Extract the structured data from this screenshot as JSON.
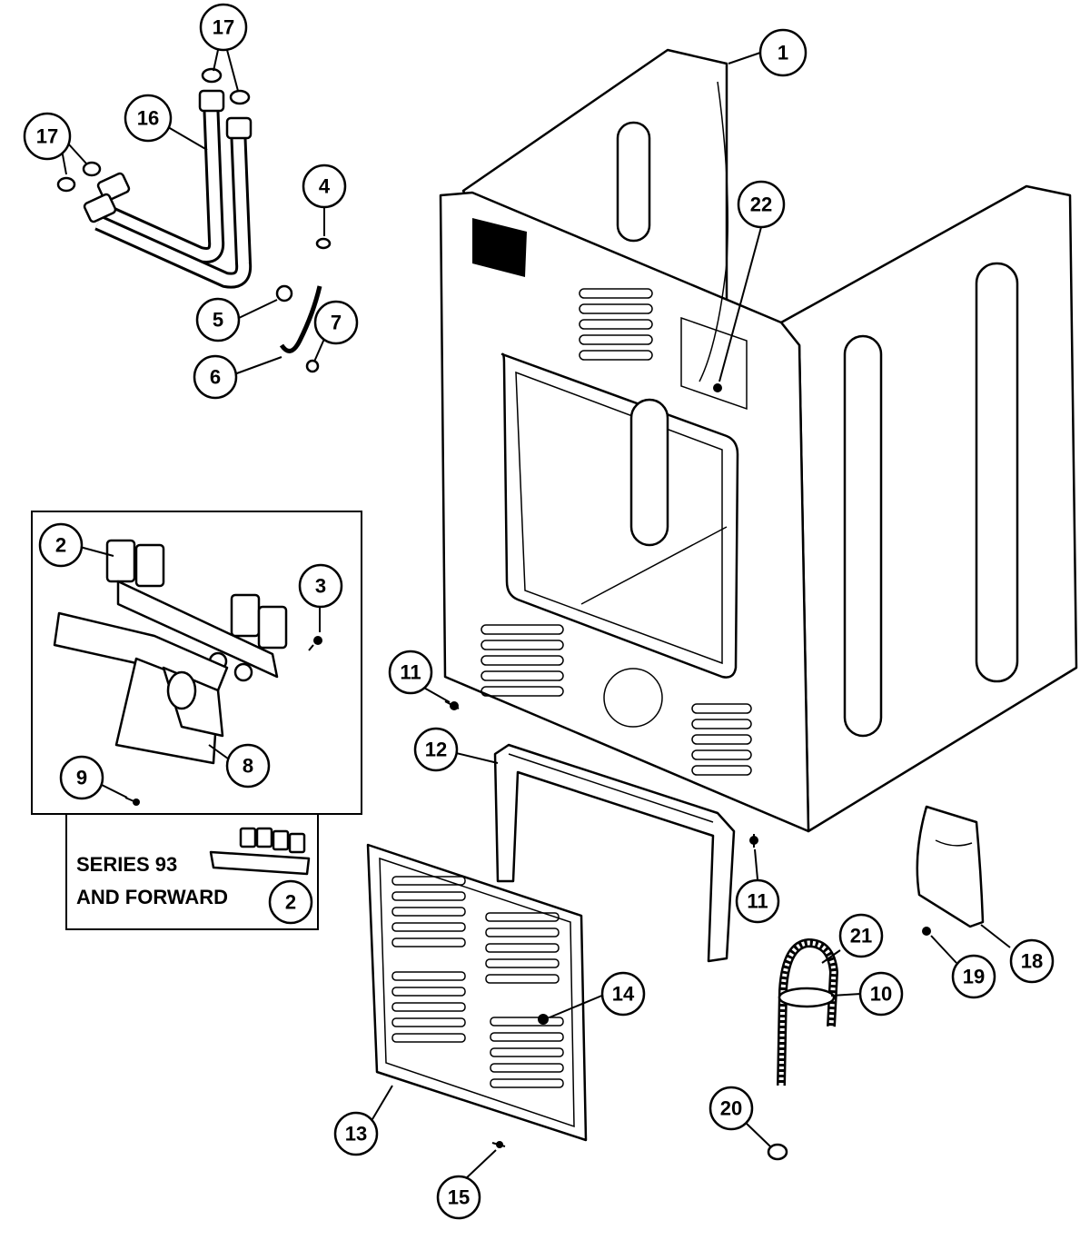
{
  "callouts": {
    "c1": "1",
    "c2a": "2",
    "c2b": "2",
    "c3": "3",
    "c4": "4",
    "c5": "5",
    "c6": "6",
    "c7": "7",
    "c8": "8",
    "c9": "9",
    "c10": "10",
    "c11a": "11",
    "c11b": "11",
    "c12": "12",
    "c13": "13",
    "c14": "14",
    "c15": "15",
    "c16": "16",
    "c17a": "17",
    "c17b": "17",
    "c18": "18",
    "c19": "19",
    "c20": "20",
    "c21": "21",
    "c22": "22"
  },
  "series_note": {
    "line1": "SERIES 93",
    "line2": "AND FORWARD"
  }
}
